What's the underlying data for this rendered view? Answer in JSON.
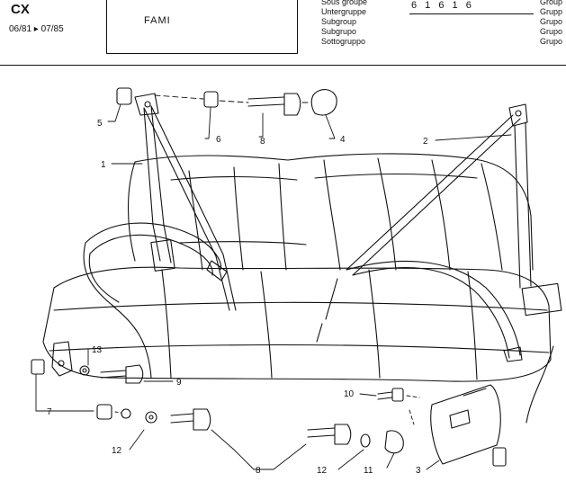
{
  "header": {
    "model_code": "CX",
    "date_range": "06/81 ▸ 07/85",
    "title": "FAMI",
    "group_labels": [
      "Sous groupe",
      "Untergruppe",
      "Subgroup",
      "Subgrupo",
      "Sottogruppo"
    ],
    "group_number": "6 1 6   1 6",
    "right_labels": [
      "Group",
      "Grupp",
      "Grupo",
      "Grupo",
      "Grupo"
    ]
  },
  "callouts": {
    "c1": "1",
    "c2": "2",
    "c3": "3",
    "c4": "4",
    "c5": "5",
    "c6": "6",
    "c7": "7",
    "c8a": "8",
    "c8b": "8",
    "c9": "9",
    "c10": "10",
    "c11": "11",
    "c12a": "12",
    "c12b": "12",
    "c13": "13"
  }
}
